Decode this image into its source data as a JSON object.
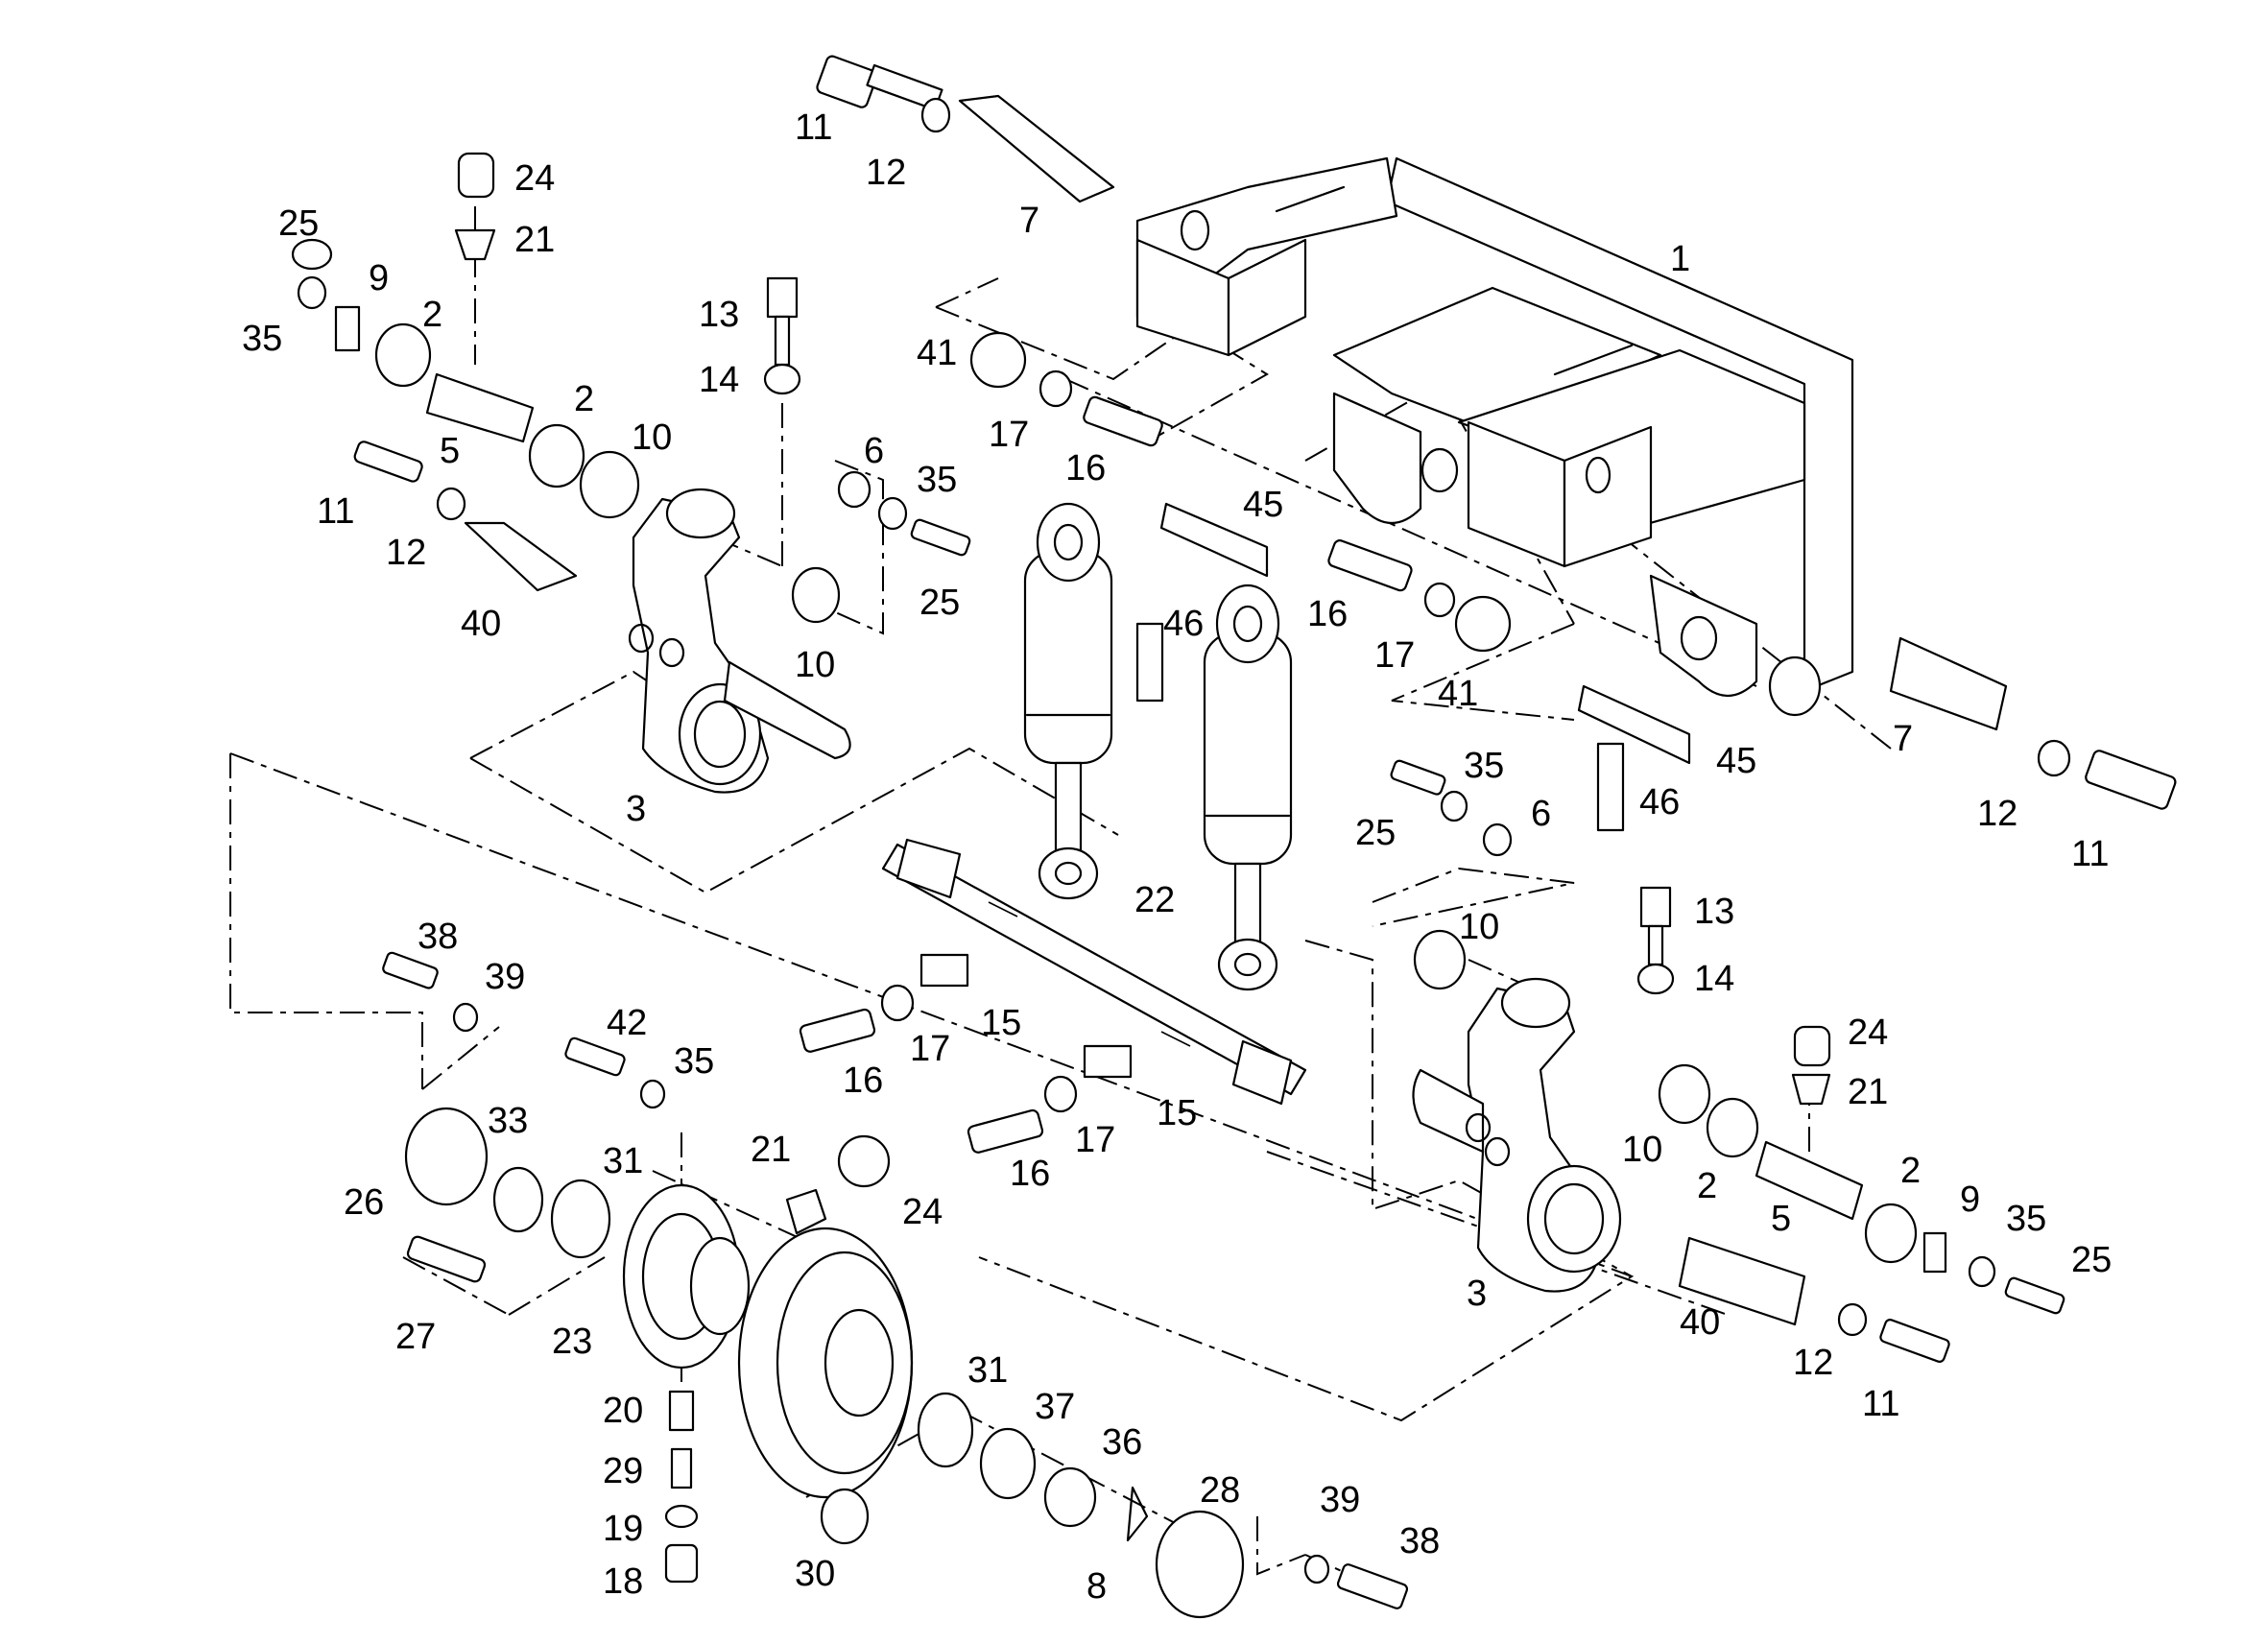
{
  "callouts": {
    "c1": "1",
    "c2a": "2",
    "c2b": "2",
    "c2c": "2",
    "c2d": "2",
    "c3a": "3",
    "c3b": "3",
    "c5a": "5",
    "c5b": "5",
    "c6a": "6",
    "c6b": "6",
    "c7a": "7",
    "c7b": "7",
    "c8": "8",
    "c9a": "9",
    "c9b": "9",
    "c10a": "10",
    "c10b": "10",
    "c10c": "10",
    "c10d": "10",
    "c11a": "11",
    "c11b": "11",
    "c11c": "11",
    "c11d": "11",
    "c12a": "12",
    "c12b": "12",
    "c12c": "12",
    "c12d": "12",
    "c13a": "13",
    "c13b": "13",
    "c14a": "14",
    "c14b": "14",
    "c15a": "15",
    "c15b": "15",
    "c16a": "16",
    "c16b": "16",
    "c16c": "16",
    "c16d": "16",
    "c17a": "17",
    "c17b": "17",
    "c17c": "17",
    "c17d": "17",
    "c18": "18",
    "c19": "19",
    "c20": "20",
    "c21a": "21",
    "c21b": "21",
    "c21c": "21",
    "c22": "22",
    "c23": "23",
    "c24a": "24",
    "c24b": "24",
    "c24c": "24",
    "c25a": "25",
    "c25b": "25",
    "c25c": "25",
    "c25d": "25",
    "c26": "26",
    "c27": "27",
    "c28": "28",
    "c29": "29",
    "c30": "30",
    "c31a": "31",
    "c31b": "31",
    "c33": "33",
    "c35a": "35",
    "c35b": "35",
    "c35c": "35",
    "c35d": "35",
    "c35e": "35",
    "c36": "36",
    "c37": "37",
    "c38a": "38",
    "c38b": "38",
    "c39a": "39",
    "c39b": "39",
    "c40a": "40",
    "c40b": "40",
    "c41a": "41",
    "c41b": "41",
    "c42": "42",
    "c45a": "45",
    "c45b": "45",
    "c46a": "46",
    "c46b": "46"
  }
}
